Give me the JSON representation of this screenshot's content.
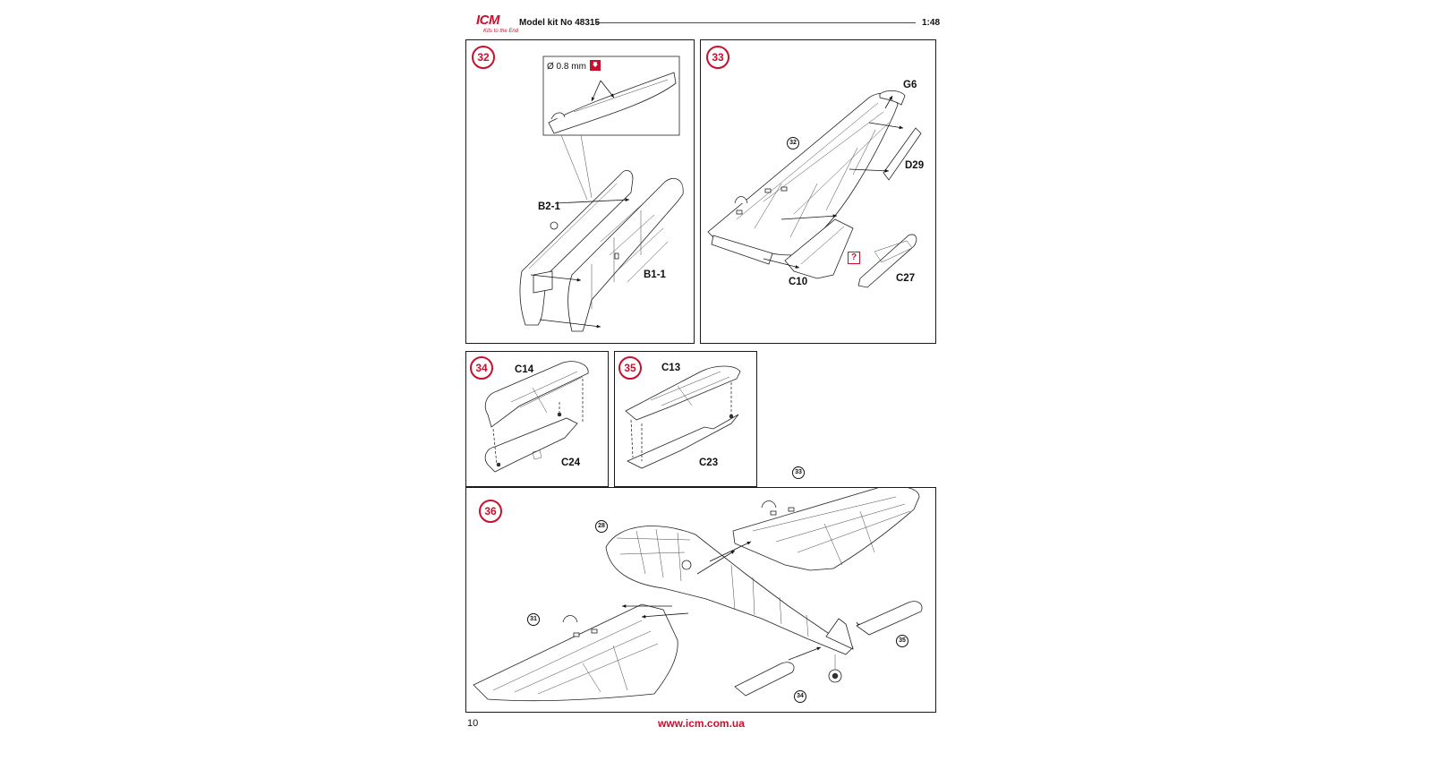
{
  "header": {
    "logo_text": "ICM",
    "logo_tagline": "Kits to the End",
    "title": "Model kit No 48315",
    "scale": "1:48"
  },
  "steps": [
    {
      "number": "32",
      "parts": [
        "B2-1",
        "B1-1"
      ],
      "callout": {
        "drill": "Ø 0.8 mm"
      }
    },
    {
      "number": "33",
      "parts": [
        "G6",
        "D29",
        "C10",
        "C27"
      ],
      "refs": [
        "32"
      ],
      "help_mark": "?"
    },
    {
      "number": "34",
      "parts": [
        "C14",
        "C24"
      ]
    },
    {
      "number": "35",
      "parts": [
        "C13",
        "C23"
      ]
    },
    {
      "number": "36",
      "refs": [
        "28",
        "31",
        "33",
        "34",
        "35"
      ]
    }
  ],
  "footer": {
    "page_number": "10",
    "url": "www.icm.com.ua"
  },
  "colors": {
    "accent": "#c8102e",
    "line": "#1a1a1a"
  },
  "icons": [
    "drill-icon",
    "help-icon"
  ]
}
